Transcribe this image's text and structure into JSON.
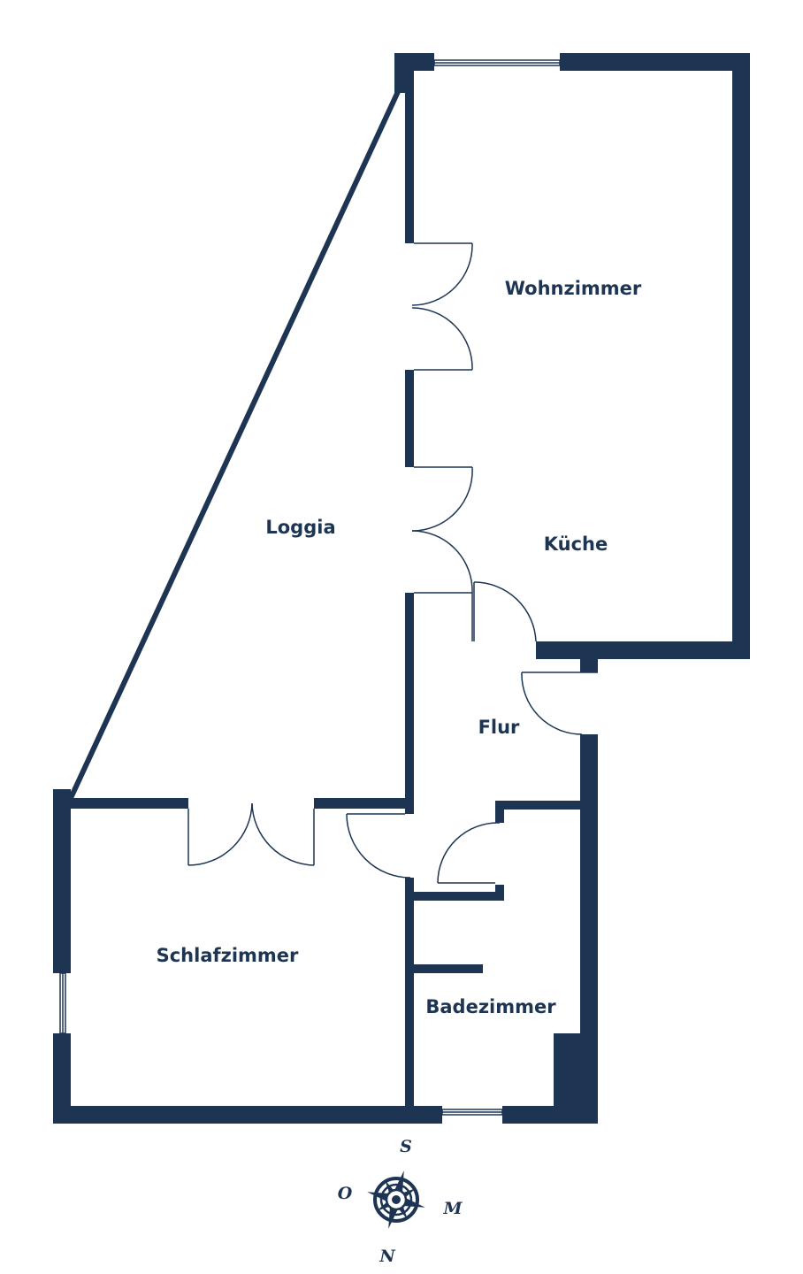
{
  "rooms": {
    "wohnzimmer": "Wohnzimmer",
    "kueche": "Küche",
    "loggia": "Loggia",
    "flur": "Flur",
    "schlafzimmer": "Schlafzimmer",
    "badezimmer": "Badezimmer"
  },
  "compass": {
    "south": "S",
    "west": "O",
    "east": "M",
    "north": "N"
  },
  "colors": {
    "wall": "#1d3553",
    "background": "#ffffff"
  },
  "icons": {
    "compass": "compass-rose-icon",
    "door": "door-swing-icon",
    "window": "window-icon"
  }
}
